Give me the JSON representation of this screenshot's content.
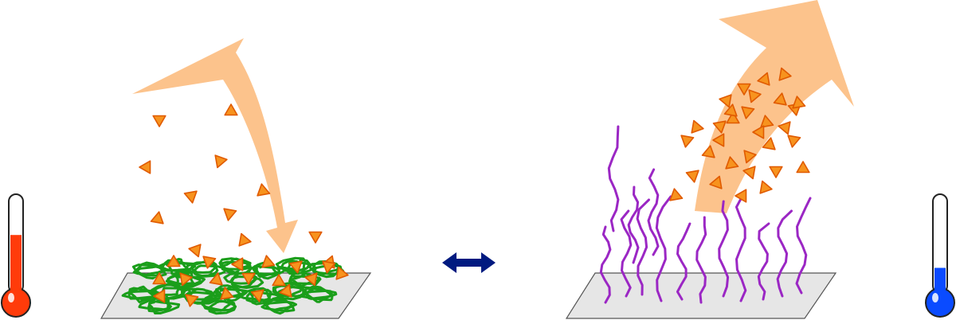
{
  "colors": {
    "background": "#ffffff",
    "arrow": "#fcc38c",
    "particle_fill": "#f7931e",
    "particle_stroke": "#e05a00",
    "collapsed_polymer": "#1a9e1a",
    "extended_polymer": "#9b27c4",
    "substrate_fill": "#e6e6e6",
    "substrate_stroke": "#555555",
    "hot_liquid": "#ff3b0a",
    "cold_liquid": "#0a4bff",
    "switch_arrow": "#001a80"
  },
  "icons": {
    "hot": "thermometer-hot-icon",
    "cold": "thermometer-cold-icon",
    "switch": "double-headed-arrow-icon",
    "particle": "triangle-particle-icon"
  },
  "left_panel": {
    "state": "collapsed",
    "temperature_level": 0.4,
    "flow_direction": "toward-surface"
  },
  "right_panel": {
    "state": "extended",
    "temperature_level": 0.25,
    "flow_direction": "away-from-surface"
  }
}
